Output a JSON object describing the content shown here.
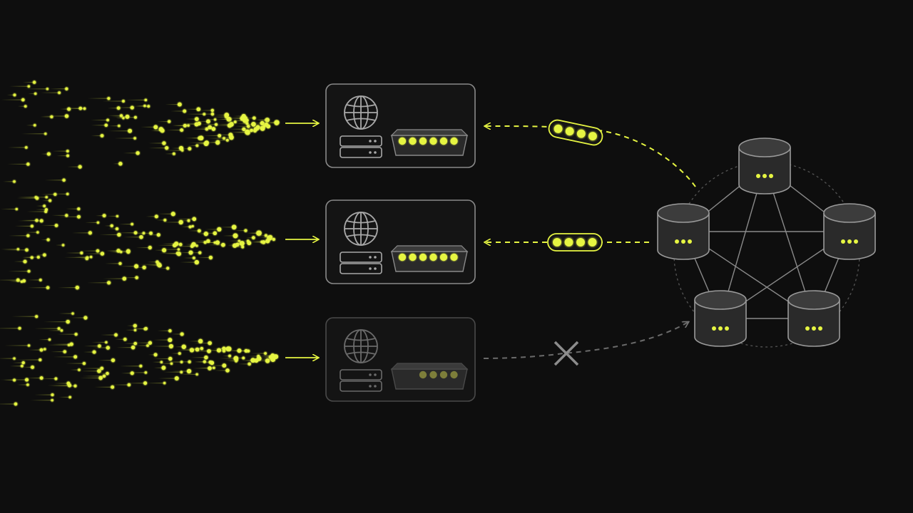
{
  "colors": {
    "background": "#0e0e0e",
    "accent": "#e6f542",
    "accent_glow": "#c8e000",
    "stroke": "#8a8a8a",
    "stroke_dim": "#555555",
    "panel_fill": "#141414",
    "db_fill": "#2b2b2b",
    "failed_accent": "#7d7e3a"
  },
  "servers": [
    {
      "id": "server-1",
      "status": "active",
      "queue_lights": 6,
      "icons": [
        "globe-icon",
        "storage-icon",
        "queue-tray-icon"
      ]
    },
    {
      "id": "server-2",
      "status": "active",
      "queue_lights": 6,
      "icons": [
        "globe-icon",
        "storage-icon",
        "queue-tray-icon"
      ]
    },
    {
      "id": "server-3",
      "status": "failed",
      "queue_lights": 4,
      "icons": [
        "globe-icon",
        "storage-icon",
        "queue-tray-icon"
      ]
    }
  ],
  "batches": [
    {
      "target": "server-1",
      "items": 4
    },
    {
      "target": "server-2",
      "items": 4
    }
  ],
  "failed_connection": {
    "source": "server-3",
    "icon": "x-icon"
  },
  "database_cluster": {
    "node_count": 5,
    "topology": "full-mesh",
    "node_icon": "ellipsis-icon"
  },
  "incoming_streams": 3
}
